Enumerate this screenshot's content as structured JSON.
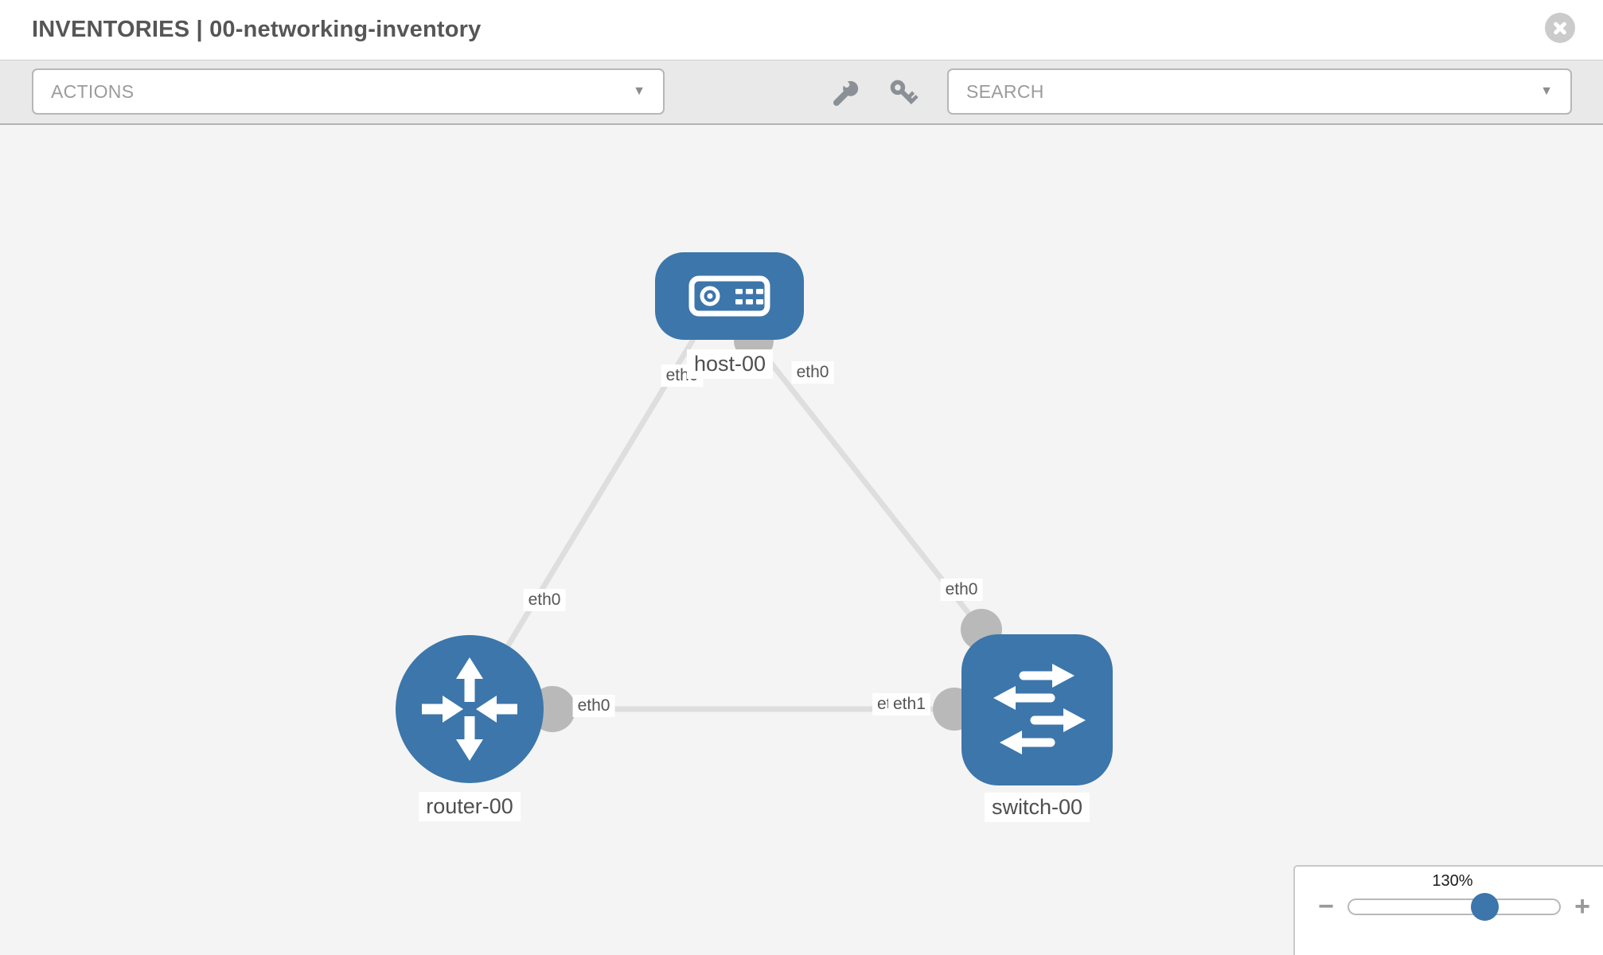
{
  "header": {
    "title": "INVENTORIES | 00-networking-inventory"
  },
  "toolbar": {
    "actions_label": "ACTIONS",
    "search_placeholder": "SEARCH",
    "caret": "▼",
    "icons": [
      "wrench-icon",
      "key-icon"
    ]
  },
  "topology": {
    "nodes": [
      {
        "label": "host-00",
        "type": "host"
      },
      {
        "label": "router-00",
        "type": "router"
      },
      {
        "label": "switch-00",
        "type": "switch"
      }
    ],
    "links": [
      {
        "source": "host-00",
        "source_interface": "eth0",
        "target": "router-00",
        "target_interface": "eth0"
      },
      {
        "source": "host-00",
        "source_interface": "eth0",
        "target": "switch-00",
        "target_interface": "eth0"
      },
      {
        "source": "router-00",
        "source_interface": "eth0",
        "target": "switch-00",
        "target_interface": "eth1"
      }
    ]
  },
  "zoom_control": {
    "value": "130%",
    "minus": "−",
    "plus": "+"
  },
  "colors": {
    "node_blue": "#3c76ab",
    "link_gray": "#dedede",
    "connector_gray": "#b9b9b9",
    "toolbar_gray": "#e9e9e9"
  }
}
